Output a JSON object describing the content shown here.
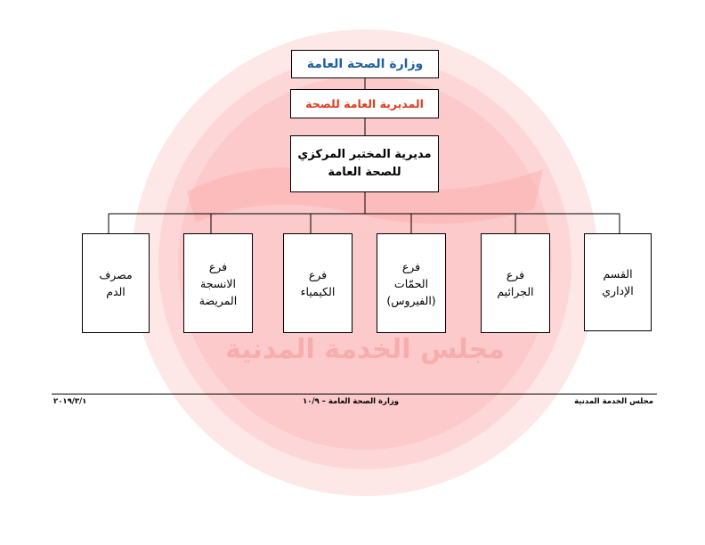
{
  "chart": {
    "ministry": "وزارة الصحة العامة",
    "directorate": "المديرية العامة للصحة",
    "central": [
      "مديرية المختبر المركزي",
      "للصحة العامة"
    ],
    "units": [
      {
        "lines": [
          "القسم",
          "الإداري"
        ]
      },
      {
        "lines": [
          "فرع",
          "الجرائيم"
        ]
      },
      {
        "lines": [
          "فرع",
          "الحمّات",
          "(الفيروس)"
        ]
      },
      {
        "lines": [
          "فرع",
          "الكيمياء"
        ]
      },
      {
        "lines": [
          "فرع",
          "الانسجة",
          "المريضة"
        ]
      },
      {
        "lines": [
          "مصرف",
          "الدم"
        ]
      }
    ]
  },
  "footer": {
    "right": "مجلس الخدمة المدنية",
    "center": "وزارة الصحة العامة – ١٠/٩",
    "left": "٢٠١٩/٣/١"
  },
  "watermark": {
    "text": "مجلس الخدمة المدنية",
    "color": "#f48a8a"
  }
}
